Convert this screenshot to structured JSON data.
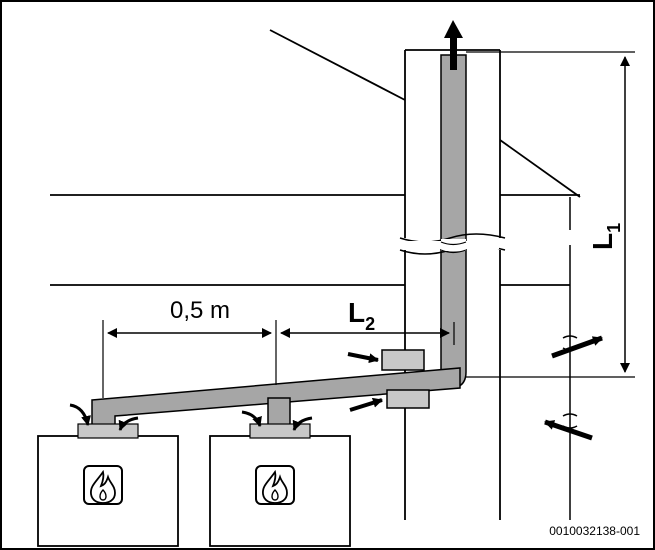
{
  "labels": {
    "distance": "0,5 m",
    "length_vertical_main": "L",
    "length_vertical_sub": "1",
    "length_horizontal_main": "L",
    "length_horizontal_sub": "2",
    "figure_code": "0010032138-001"
  },
  "colors": {
    "line": "#000000",
    "pipe": "#a6a6a6",
    "pipe_light": "#c8c8c8",
    "background": "#ffffff"
  },
  "icons": {
    "boiler_flame": "flame-icon",
    "flow_arrow": "arrow-icon"
  }
}
